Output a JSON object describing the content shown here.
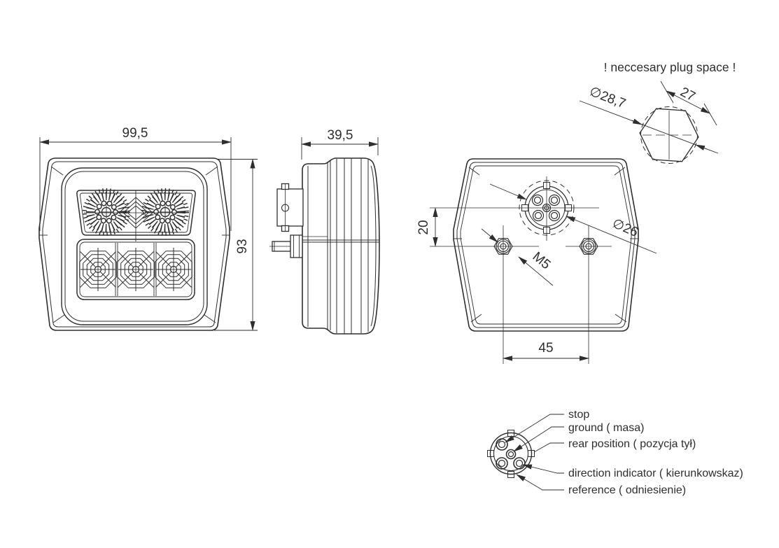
{
  "drawing": {
    "plug_note": "! neccesary plug space !",
    "dims": {
      "front_width": "99,5",
      "front_height": "93",
      "side_depth": "39,5",
      "plug_diameter": "∅28,7",
      "plug_across_flats": "27",
      "connector_diameter": "∅26",
      "stud_offset": "20",
      "stud_spacing": "45",
      "stud_thread": "M5"
    },
    "pinout": {
      "stop": "stop",
      "ground": "ground  ( masa)",
      "rear_position": "rear position  ( pozycja tył)",
      "direction_indicator": "direction indicator  ( kierunkowskaz)",
      "reference": "reference  ( odniesienie)"
    },
    "colors": {
      "line": "#2e2e2e",
      "background": "#ffffff"
    }
  }
}
